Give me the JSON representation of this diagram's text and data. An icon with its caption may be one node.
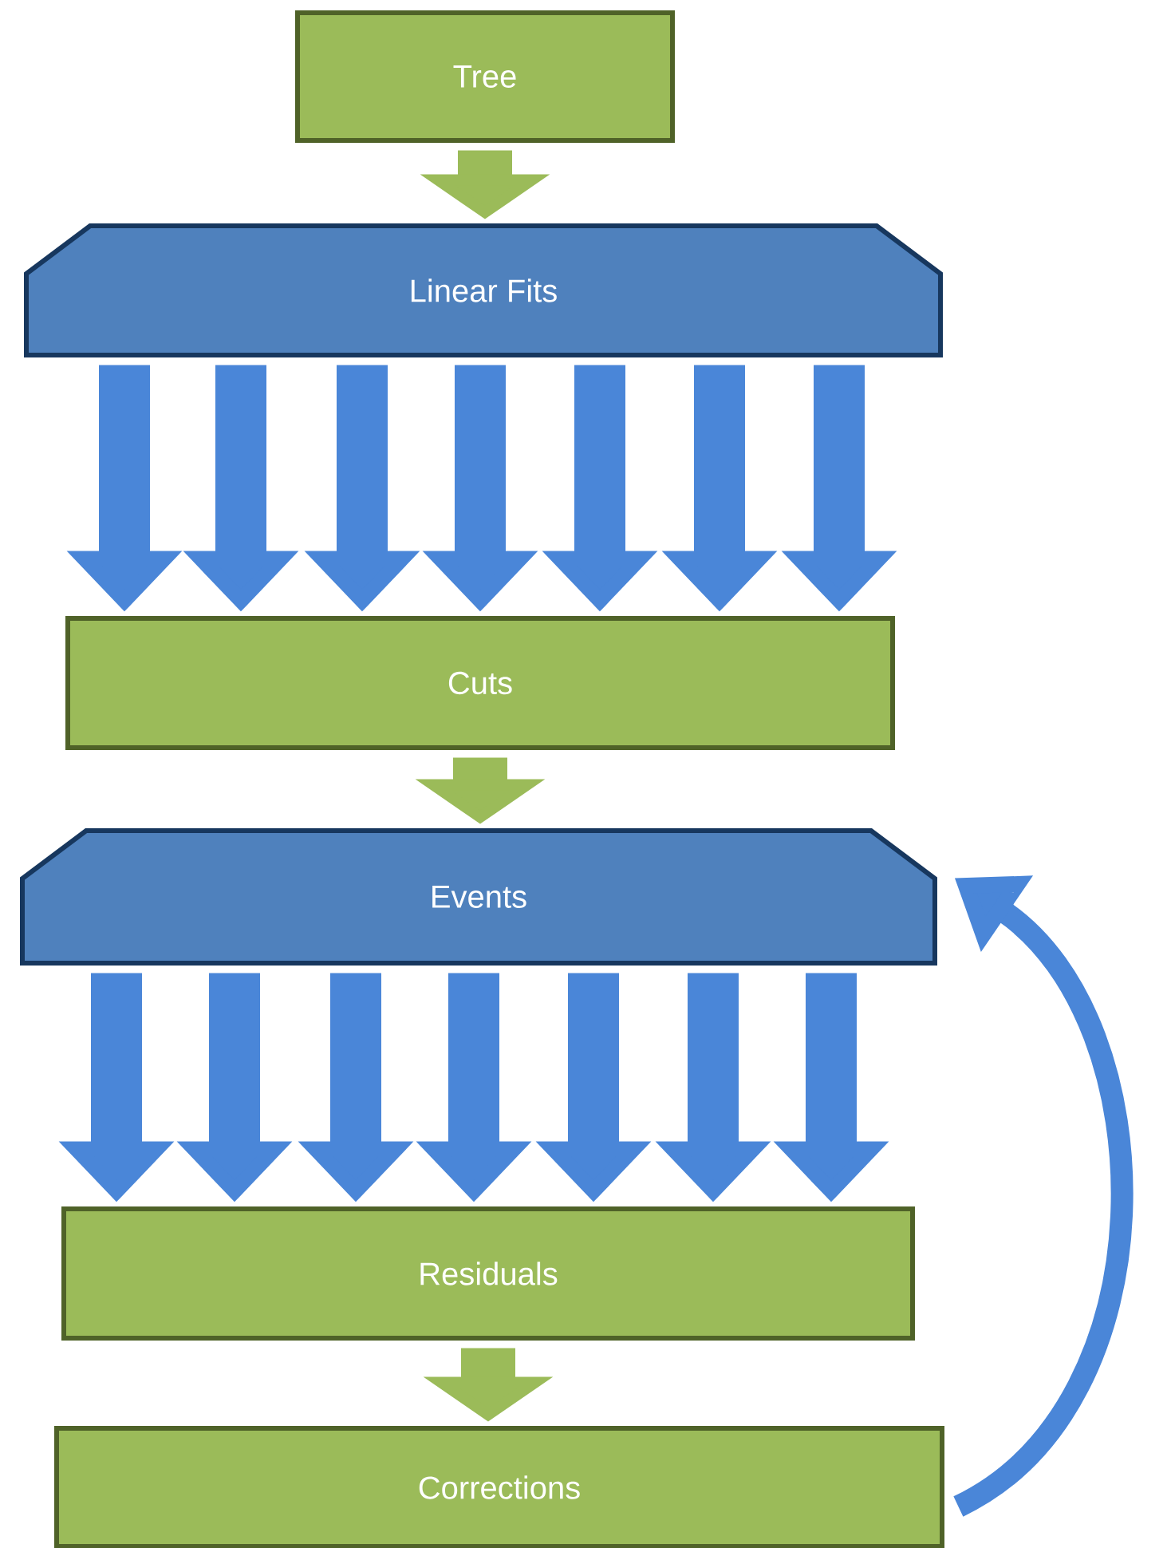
{
  "diagram": {
    "nodes": [
      {
        "text": [
          "Tree"
        ]
      },
      {
        "text": [
          "Linear Fits"
        ]
      },
      {
        "text": [
          "Cuts"
        ]
      },
      {
        "text": [
          "Events"
        ]
      },
      {
        "text": [
          "Residuals"
        ]
      },
      {
        "text": [
          "Corrections"
        ]
      }
    ],
    "edges": [
      {
        "from": 0,
        "to": 1,
        "arrow": "to",
        "color": "#9bbb59"
      },
      {
        "from": 1,
        "to": 2,
        "arrow": "to"
      },
      {
        "from": 1,
        "to": 2,
        "arrow": "to"
      },
      {
        "from": 1,
        "to": 2,
        "arrow": "to"
      },
      {
        "from": 1,
        "to": 2,
        "arrow": "to"
      },
      {
        "from": 1,
        "to": 2,
        "arrow": "to"
      },
      {
        "from": 1,
        "to": 2,
        "arrow": "to"
      },
      {
        "from": 1,
        "to": 2,
        "arrow": "to"
      },
      {
        "from": 2,
        "to": 3,
        "arrow": "to",
        "color": "#9bbb59"
      },
      {
        "from": 3,
        "to": 4,
        "arrow": "to"
      },
      {
        "from": 3,
        "to": 4,
        "arrow": "to"
      },
      {
        "from": 3,
        "to": 4,
        "arrow": "to"
      },
      {
        "from": 3,
        "to": 4,
        "arrow": "to"
      },
      {
        "from": 3,
        "to": 4,
        "arrow": "to"
      },
      {
        "from": 3,
        "to": 4,
        "arrow": "to"
      },
      {
        "from": 3,
        "to": 4,
        "arrow": "to"
      },
      {
        "from": 4,
        "to": 5,
        "arrow": "to",
        "color": "#9bbb59"
      },
      {
        "from": 5,
        "to": 3,
        "arrow": "to"
      }
    ]
  }
}
